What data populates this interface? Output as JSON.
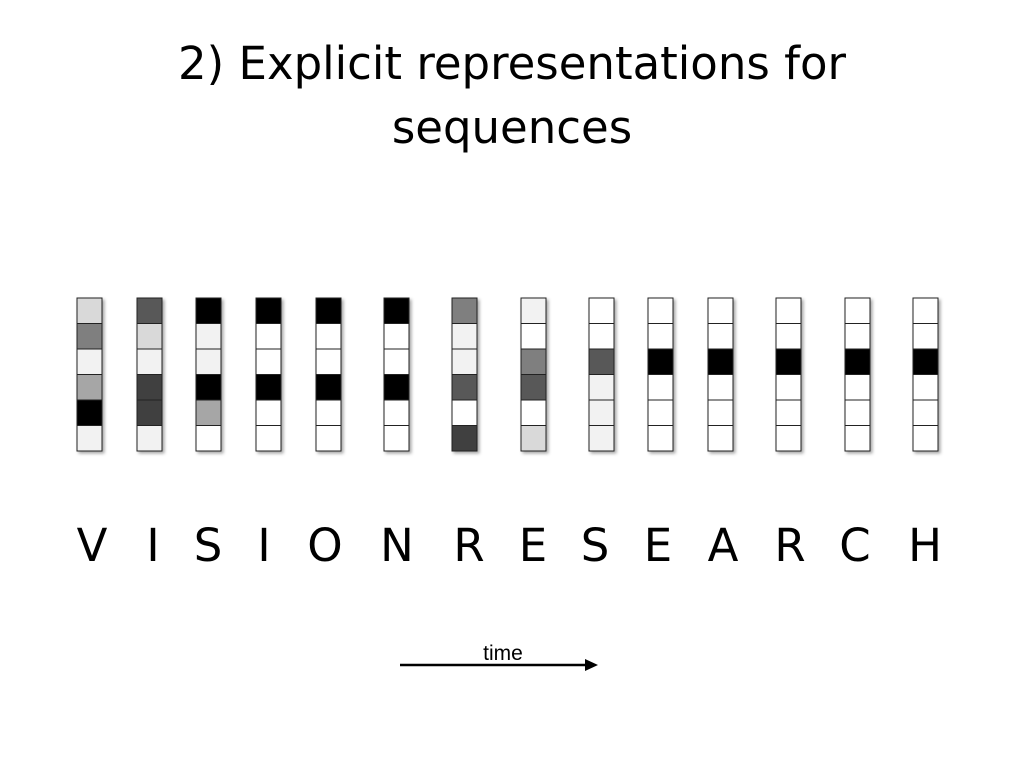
{
  "title": {
    "line1": "2) Explicit representations for",
    "line2": "sequences"
  },
  "sequence": {
    "letters": [
      "V",
      "I",
      "S",
      "I",
      "O",
      "N",
      "R",
      "E",
      "S",
      "E",
      "A",
      "R",
      "C",
      "H"
    ],
    "columns": [
      {
        "cells": [
          "#d9d9d9",
          "#7f7f7f",
          "#f2f2f2",
          "#a6a6a6",
          "#000000",
          "#f2f2f2"
        ]
      },
      {
        "cells": [
          "#595959",
          "#d9d9d9",
          "#f2f2f2",
          "#404040",
          "#404040",
          "#f2f2f2"
        ]
      },
      {
        "cells": [
          "#000000",
          "#f2f2f2",
          "#f2f2f2",
          "#000000",
          "#a6a6a6",
          "#ffffff"
        ]
      },
      {
        "cells": [
          "#000000",
          "#ffffff",
          "#ffffff",
          "#000000",
          "#ffffff",
          "#ffffff"
        ]
      },
      {
        "cells": [
          "#000000",
          "#ffffff",
          "#ffffff",
          "#000000",
          "#ffffff",
          "#ffffff"
        ]
      },
      {
        "cells": [
          "#000000",
          "#ffffff",
          "#ffffff",
          "#000000",
          "#ffffff",
          "#ffffff"
        ]
      },
      {
        "cells": [
          "#7f7f7f",
          "#f2f2f2",
          "#f2f2f2",
          "#595959",
          "#ffffff",
          "#404040"
        ]
      },
      {
        "cells": [
          "#f2f2f2",
          "#ffffff",
          "#7f7f7f",
          "#595959",
          "#ffffff",
          "#d9d9d9"
        ]
      },
      {
        "cells": [
          "#ffffff",
          "#ffffff",
          "#595959",
          "#f2f2f2",
          "#f2f2f2",
          "#f2f2f2"
        ]
      },
      {
        "cells": [
          "#ffffff",
          "#ffffff",
          "#000000",
          "#ffffff",
          "#ffffff",
          "#ffffff"
        ]
      },
      {
        "cells": [
          "#ffffff",
          "#ffffff",
          "#000000",
          "#ffffff",
          "#ffffff",
          "#ffffff"
        ]
      },
      {
        "cells": [
          "#ffffff",
          "#ffffff",
          "#000000",
          "#ffffff",
          "#ffffff",
          "#ffffff"
        ]
      },
      {
        "cells": [
          "#ffffff",
          "#ffffff",
          "#000000",
          "#ffffff",
          "#ffffff",
          "#ffffff"
        ]
      },
      {
        "cells": [
          "#ffffff",
          "#ffffff",
          "#000000",
          "#ffffff",
          "#ffffff",
          "#ffffff"
        ]
      }
    ]
  },
  "time_arrow": {
    "label": "time"
  }
}
